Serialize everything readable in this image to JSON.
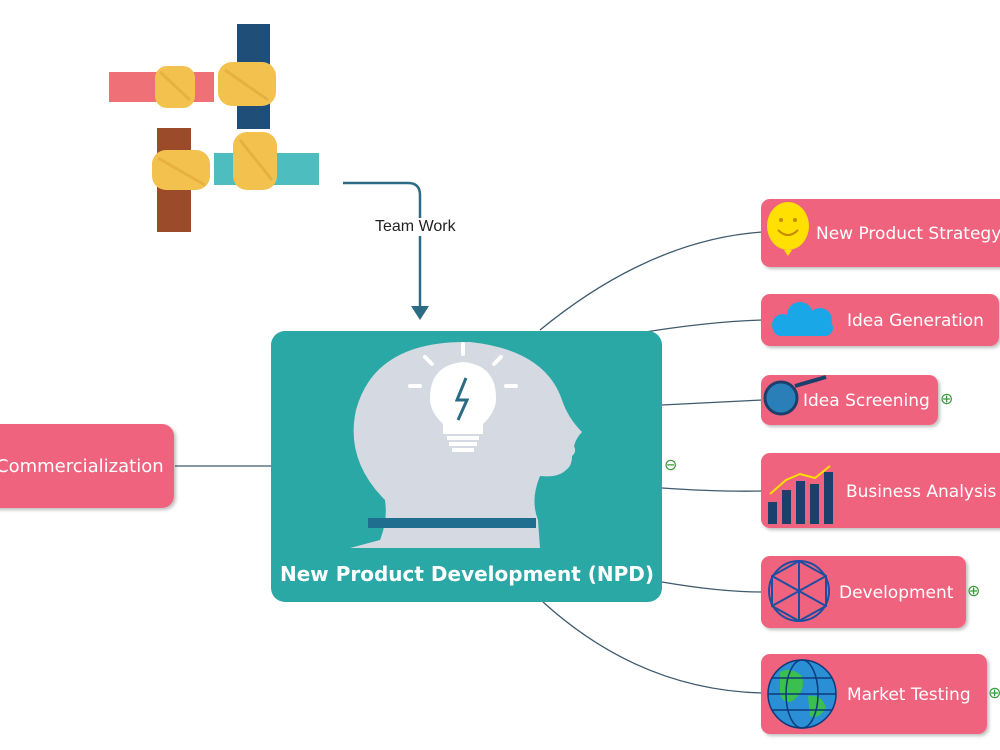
{
  "center": {
    "title": "New Product Development (NPD)"
  },
  "edge_label": "Team Work",
  "left_node": {
    "label": "Commercialization"
  },
  "branches": [
    {
      "label": "New Product Strategy",
      "icon": "balloon-icon",
      "expander": ""
    },
    {
      "label": "Idea Generation",
      "icon": "cloud-icon",
      "expander": ""
    },
    {
      "label": "Idea Screening",
      "icon": "magnifier-globe-icon",
      "expander": "⊕"
    },
    {
      "label": "Business Analysis",
      "icon": "bar-chart-icon",
      "expander": ""
    },
    {
      "label": "Development",
      "icon": "network-icon",
      "expander": "⊕"
    },
    {
      "label": "Market Testing",
      "icon": "globe-icon",
      "expander": "⊕"
    }
  ],
  "collapse_toggle": "⊖",
  "colors": {
    "node_pink": "#f0647e",
    "center_teal": "#2aa8a6",
    "connector": "#3d5a6e",
    "arrow": "#2b6b84"
  }
}
